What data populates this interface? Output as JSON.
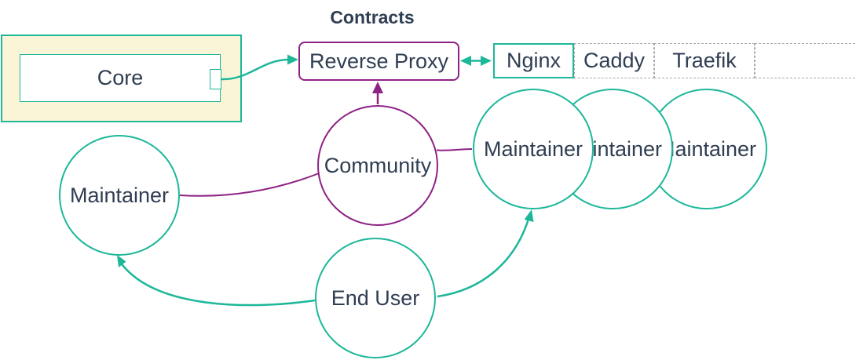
{
  "diagram": {
    "title": "Contracts",
    "core_group": {
      "core_label": "Core"
    },
    "reverse_proxy_label": "Reverse Proxy",
    "proxy_table": {
      "cells": [
        "Nginx",
        "Caddy",
        "Traefik",
        ""
      ]
    },
    "community_label": "Community",
    "maintainer_left_label": "Maintainer",
    "maintainer_group_labels": [
      "Maintainer",
      "Maintainer",
      "Maintainer"
    ],
    "end_user_label": "End User",
    "colors": {
      "teal": "#1EB79A",
      "purple": "#8E2284",
      "text": "#2F3E52",
      "group_fill": "#FBF5D8",
      "dashed_border": "#A9A9A9"
    }
  }
}
